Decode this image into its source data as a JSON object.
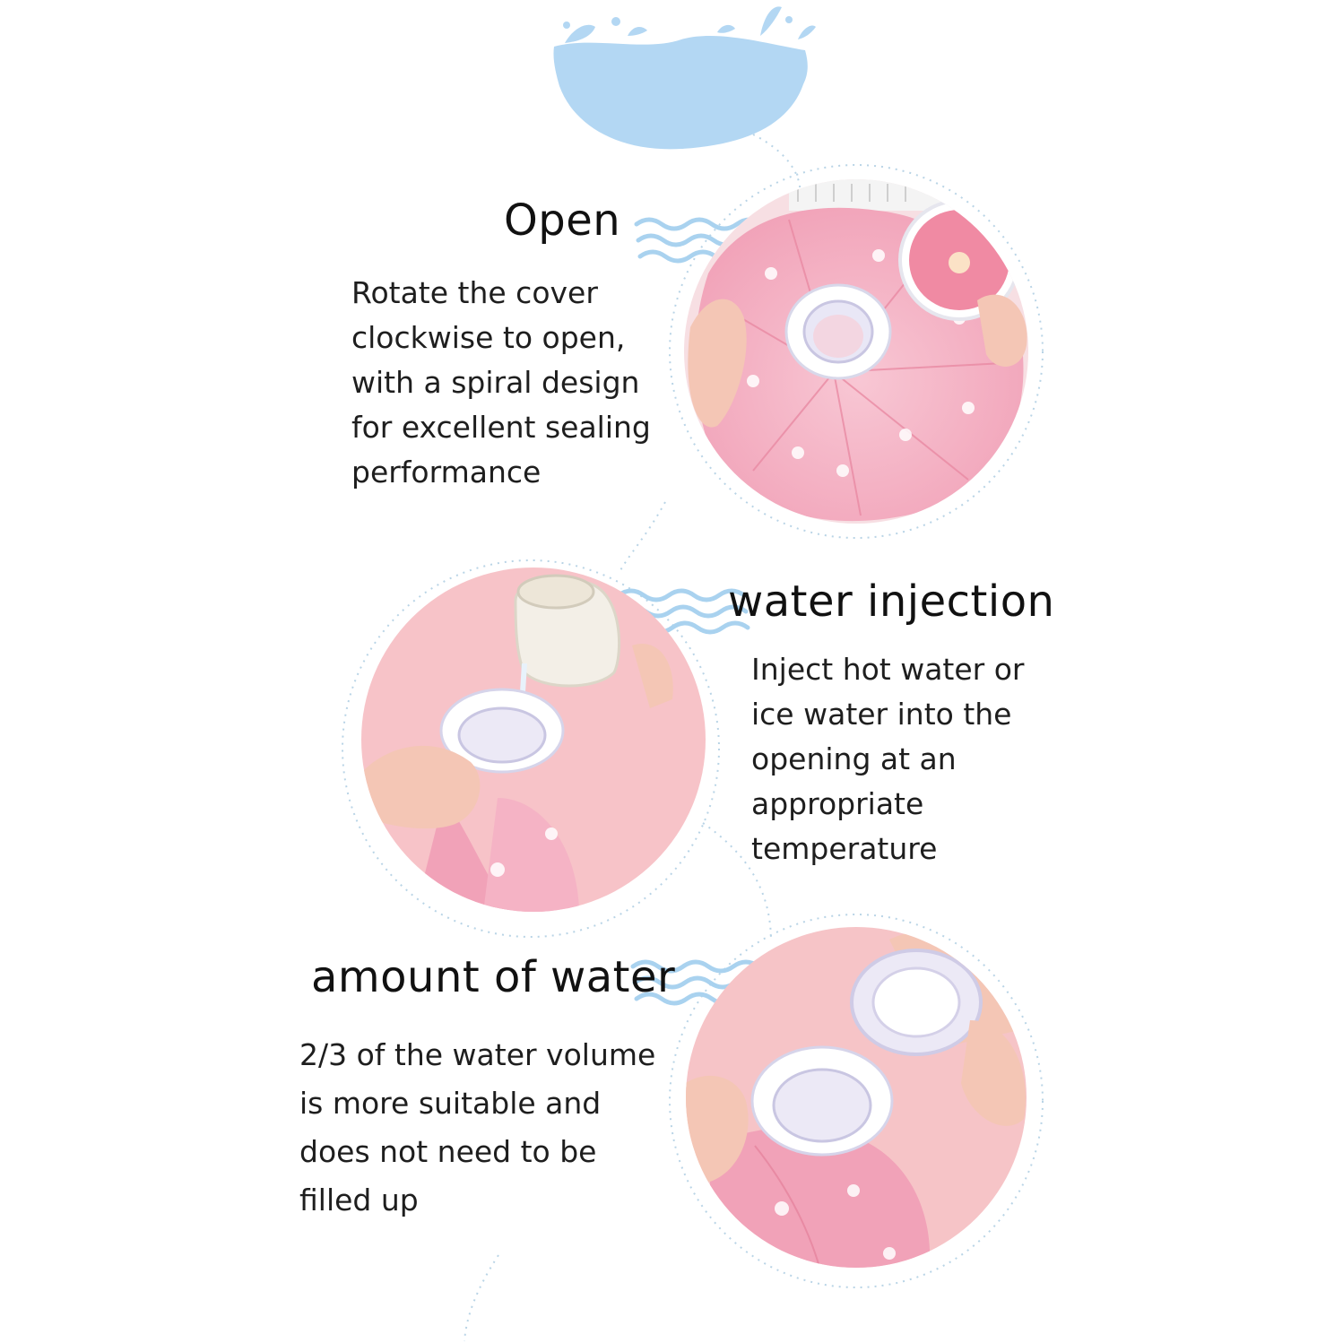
{
  "accent_color": "#a9d2ef",
  "steps": [
    {
      "title": "Open",
      "lines": [
        "Rotate the cover",
        " clockwise to open,",
        "with a spiral design",
        "for excellent sealing",
        " performance"
      ],
      "image": "pink ice bag with cover unscrewed"
    },
    {
      "title": "water injection",
      "lines": [
        "Inject hot water or",
        " ice water into the",
        " opening at an",
        " appropriate",
        " temperature"
      ],
      "image": "pouring water from a cup into the bag"
    },
    {
      "title": "amount of water",
      "lines": [
        "2/3 of the water volume",
        " is more suitable and",
        " does not need to be",
        " filled up"
      ],
      "image": "screwing the cap onto the bag"
    }
  ]
}
